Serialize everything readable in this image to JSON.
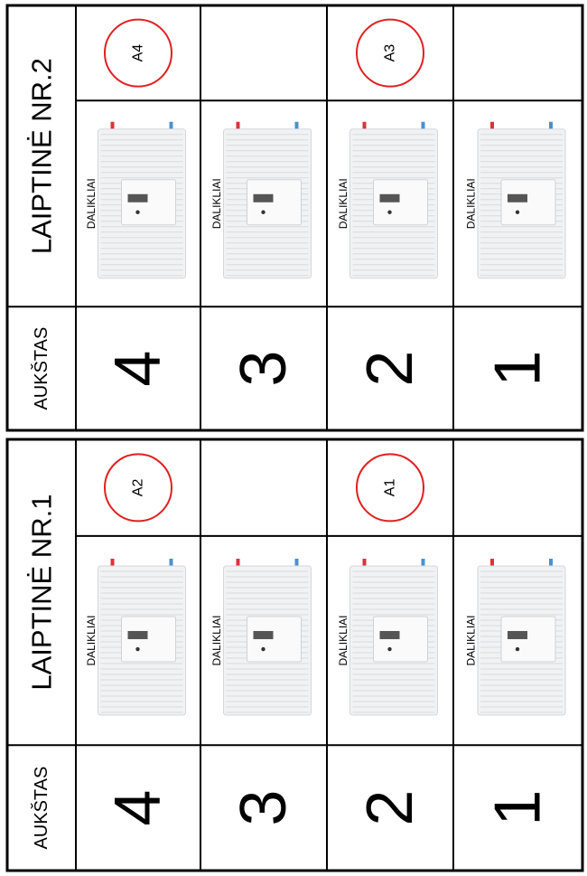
{
  "blocks": [
    {
      "title": "LAIPTINĖ NR.2",
      "floor_header": "AUKŠTAS",
      "floors": [
        {
          "number": "4",
          "radiator_label": "DALIKLIAI",
          "apartment": "A4"
        },
        {
          "number": "3",
          "radiator_label": "DALIKLIAI",
          "apartment": ""
        },
        {
          "number": "2",
          "radiator_label": "DALIKLIAI",
          "apartment": "A3"
        },
        {
          "number": "1",
          "radiator_label": "DALIKLIAI",
          "apartment": ""
        }
      ]
    },
    {
      "title": "LAIPTINĖ NR.1",
      "floor_header": "AUKŠTAS",
      "floors": [
        {
          "number": "4",
          "radiator_label": "DALIKLIAI",
          "apartment": "A2"
        },
        {
          "number": "3",
          "radiator_label": "DALIKLIAI",
          "apartment": ""
        },
        {
          "number": "2",
          "radiator_label": "DALIKLIAI",
          "apartment": "A1"
        },
        {
          "number": "1",
          "radiator_label": "DALIKLIAI",
          "apartment": ""
        }
      ]
    }
  ],
  "colors": {
    "circle": "#e02020",
    "apartment_text": "#1a3ccc",
    "pipe_hot": "#e0303a",
    "pipe_cold": "#4a90d0",
    "radiator": "#f1f2f4"
  }
}
